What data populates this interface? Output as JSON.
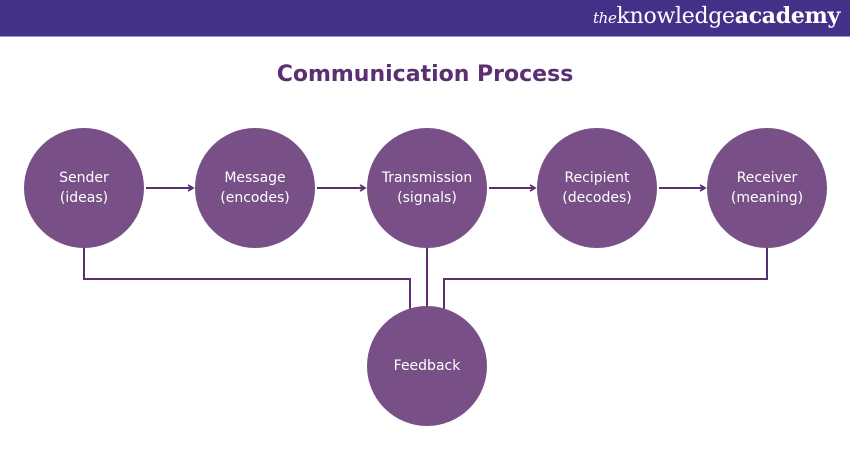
{
  "header": {
    "logo": {
      "prefix": "the",
      "word1": "knowledge",
      "word2": "academy"
    },
    "background": "#433189"
  },
  "title": "Communication Process",
  "colors": {
    "node": "#784f87",
    "title": "#5c2f72",
    "line": "#5c2f72",
    "text": "#ffffff"
  },
  "nodes": [
    {
      "id": "sender",
      "label": "Sender",
      "sub": "(ideas)"
    },
    {
      "id": "message",
      "label": "Message",
      "sub": "(encodes)"
    },
    {
      "id": "transmission",
      "label": "Transmission",
      "sub": "(signals)"
    },
    {
      "id": "recipient",
      "label": "Recipient",
      "sub": "(decodes)"
    },
    {
      "id": "receiver",
      "label": "Receiver",
      "sub": "(meaning)"
    }
  ],
  "feedback": {
    "label": "Feedback"
  },
  "edges": [
    {
      "from": "sender",
      "to": "message",
      "type": "arrow"
    },
    {
      "from": "message",
      "to": "transmission",
      "type": "arrow"
    },
    {
      "from": "transmission",
      "to": "recipient",
      "type": "arrow"
    },
    {
      "from": "recipient",
      "to": "receiver",
      "type": "arrow"
    },
    {
      "from": "sender",
      "to": "feedback",
      "type": "line"
    },
    {
      "from": "transmission",
      "to": "feedback",
      "type": "line"
    },
    {
      "from": "receiver",
      "to": "feedback",
      "type": "line"
    }
  ]
}
